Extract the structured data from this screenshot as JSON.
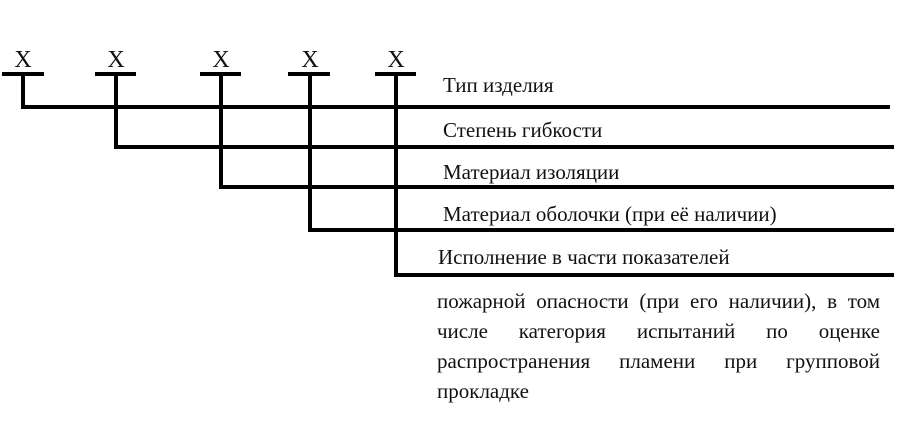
{
  "diagram": {
    "positions": [
      {
        "symbol": "X",
        "label": "Тип изделия"
      },
      {
        "symbol": "X",
        "label": "Степень гибкости"
      },
      {
        "symbol": "X",
        "label": "Материал изоляции"
      },
      {
        "symbol": "X",
        "label": "Материал оболочки (при её наличии)"
      },
      {
        "symbol": "X",
        "label": "Исполнение в части показателей"
      }
    ],
    "continuation_text": "пожарной опасности (при его наличии), в том числе категория испытаний по оценке распространения пламени при групповой прокладке",
    "line_color": "#000000"
  }
}
